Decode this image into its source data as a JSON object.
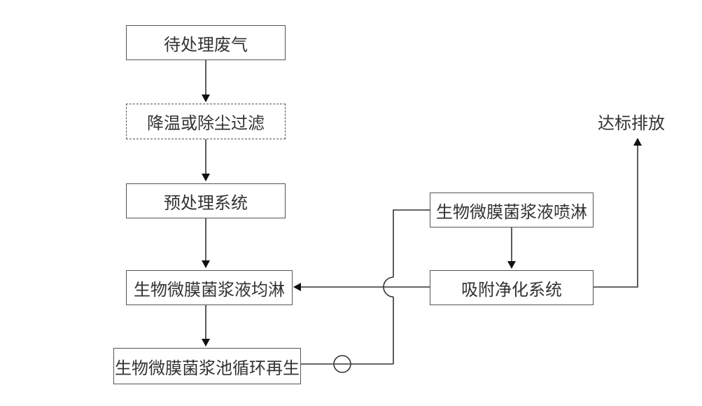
{
  "nodes": {
    "waste_gas": "待处理废气",
    "cooling_filtration": "降温或除尘过滤",
    "pretreatment": "预处理系统",
    "bio_spray_even": "生物微膜菌浆液均淋",
    "bio_pool_regen": "生物微膜菌浆池循环再生",
    "bio_spray": "生物微膜菌浆液喷淋",
    "adsorption": "吸附净化系统",
    "discharge": "达标排放"
  }
}
